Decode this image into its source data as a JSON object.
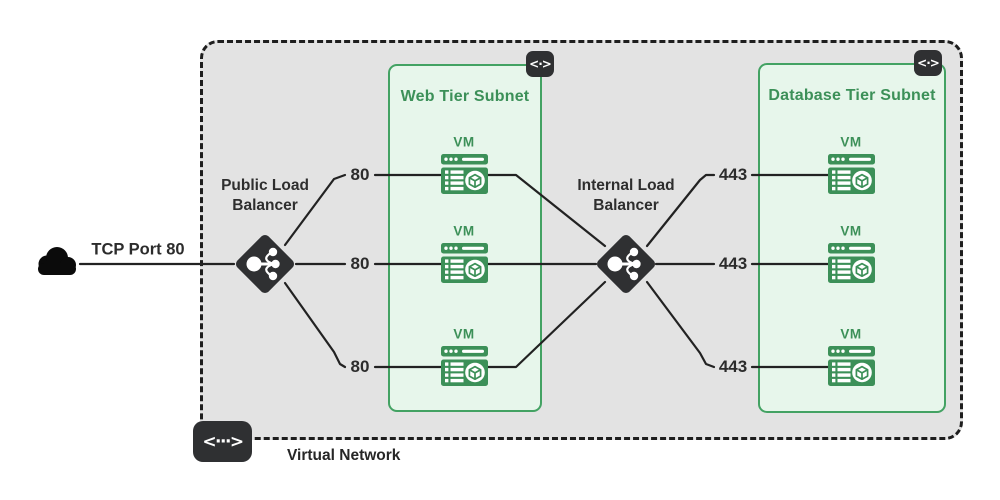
{
  "external": {
    "connection_label": "TCP Port 80",
    "cloud_icon": "cloud"
  },
  "public_lb": {
    "name_line1": "Public Load",
    "name_line2": "Balancer",
    "icon": "load-balancer"
  },
  "internal_lb": {
    "name_line1": "Internal Load",
    "name_line2": "Balancer",
    "icon": "load-balancer"
  },
  "web_subnet": {
    "title": "Web Tier Subnet",
    "badge_glyph": "<·>",
    "ports": [
      "80",
      "80",
      "80"
    ],
    "vms": [
      "VM",
      "VM",
      "VM"
    ]
  },
  "db_subnet": {
    "title": "Database Tier Subnet",
    "badge_glyph": "<·>",
    "ports": [
      "443",
      "443",
      "443"
    ],
    "vms": [
      "VM",
      "VM",
      "VM"
    ]
  },
  "vnet": {
    "label": "Virtual Network",
    "badge_glyph": "<···>"
  },
  "colors": {
    "green": "#3c9058",
    "green_border": "#43a263",
    "green_fill": "#e7f6eb",
    "dark_node": "#2f3032",
    "vnet_fill": "#e3e3e3",
    "line": "#222222"
  }
}
